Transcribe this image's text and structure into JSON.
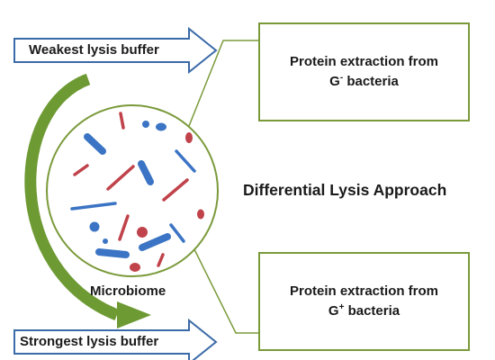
{
  "arrows": {
    "weakest_label": "Weakest lysis buffer",
    "strongest_label": "Strongest lysis buffer"
  },
  "boxes": {
    "gram_negative": {
      "line1": "Protein extraction from",
      "line2_prefix": "G",
      "line2_sup": "-",
      "line2_suffix": " bacteria"
    },
    "gram_positive": {
      "line1": "Protein extraction from",
      "line2_prefix": "G",
      "line2_sup": "+",
      "line2_suffix": " bacteria"
    }
  },
  "title": "Differential Lysis Approach",
  "microbiome_label": "Microbiome",
  "colors": {
    "arrow_outline": "#3b6aa8",
    "green": "#7a9a3a",
    "green_arrow": "#6e9a34",
    "bacteria_red": "#c0424a",
    "bacteria_blue": "#3b74c4"
  }
}
